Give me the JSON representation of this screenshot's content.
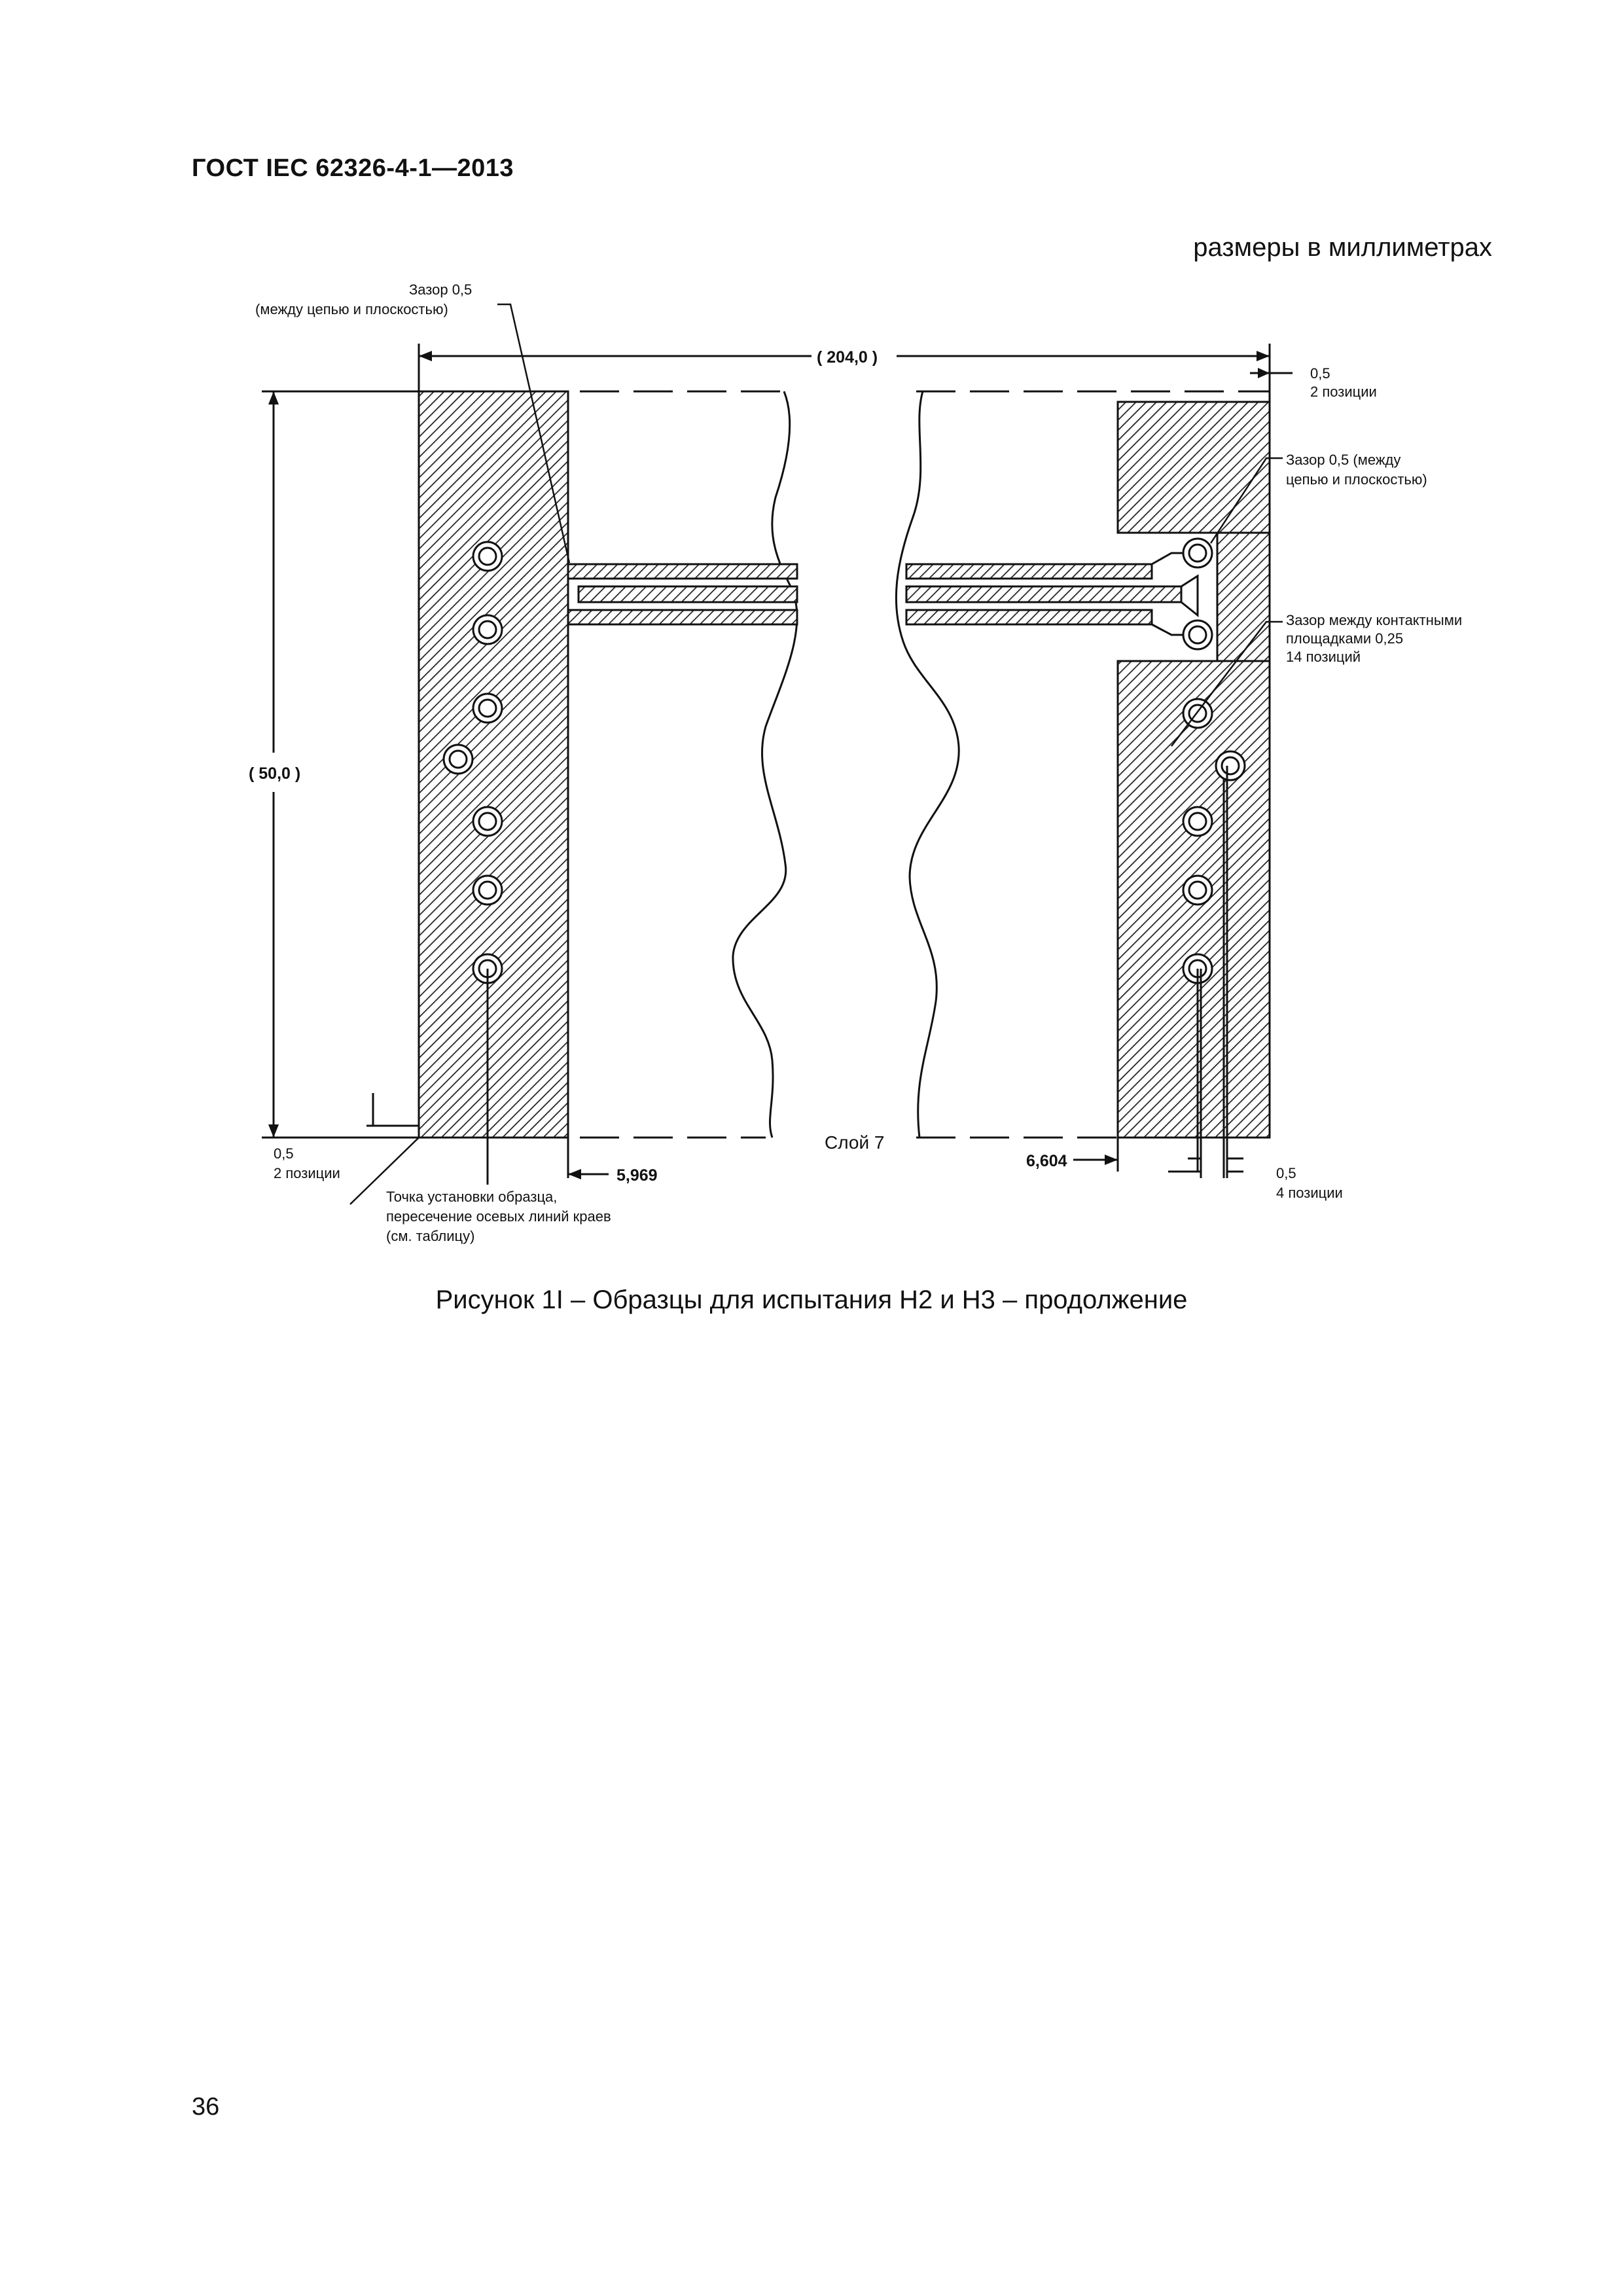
{
  "header": {
    "standard": "ГОСТ IEC 62326-4-1—2013"
  },
  "units_note": "размеры в миллиметрах",
  "figure": {
    "gap_top_left_line1": "Зазор 0,5",
    "gap_top_left_line2": "(между цепью и плоскостью)",
    "width_dim": "( 204,0 )",
    "right_offset_value": "0,5",
    "right_offset_positions": "2 позиции",
    "gap_right_line1": "Зазор 0,5  (между",
    "gap_right_line2": "цепью и плоскостью)",
    "pad_gap_line1": "Зазор между контактными",
    "pad_gap_line2": "площадками  0,25",
    "pad_gap_line3": "14  позиций",
    "height_dim": "( 50,0 )",
    "left_bottom_value": "0,5",
    "left_bottom_positions": "2 позиции",
    "dim_left": "5,969",
    "layer_label": "Слой 7",
    "dim_right": "6,604",
    "bottom_right_value": "0,5",
    "bottom_right_positions": "4 позиции",
    "mount_point_line1": "Точка установки образца,",
    "mount_point_line2": "пересечение осевых линий краев",
    "mount_point_line3": "(см. таблицу)"
  },
  "caption": "Рисунок 1I – Образцы для испытания H2 и H3 – продолжение",
  "page_number": "36"
}
